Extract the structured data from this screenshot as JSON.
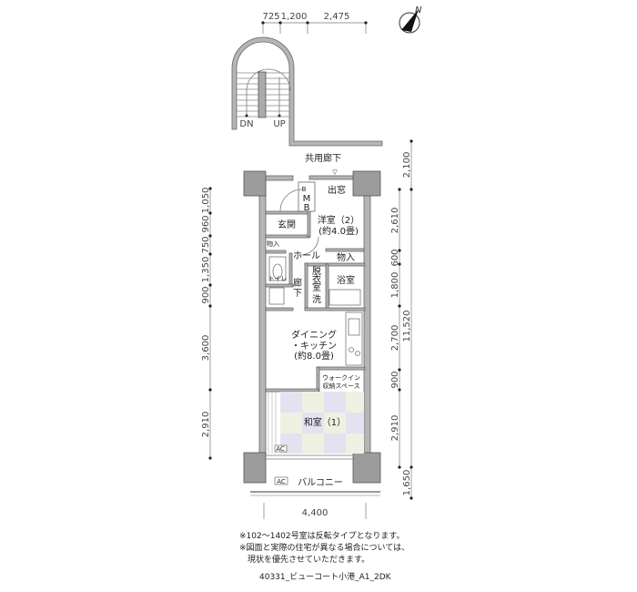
{
  "compass": {
    "label": "N"
  },
  "top_dims": [
    "725",
    "1,200",
    "2,475"
  ],
  "stairs": {
    "down": "DN",
    "up": "UP"
  },
  "corridor": "共用廊下",
  "left_dims": [
    "1,050",
    "960",
    "750",
    "1,350",
    "900",
    "3,600",
    "2,910"
  ],
  "right_inner_dims": [
    "2,610",
    "600",
    "1,800",
    "2,700",
    "900",
    "2,910"
  ],
  "right_outer_dims": {
    "top": "2,100",
    "total": "11,520",
    "bottom": "1,650"
  },
  "bottom_dim": "4,400",
  "rooms": {
    "bay_window": "出窓",
    "mb_top": "M",
    "mb_bottom": "B",
    "mb_small": "B",
    "entrance": "玄関",
    "western_room": "洋室（2）",
    "western_room_size": "(約4.0畳)",
    "storage_small": "物入",
    "hall": "ホール",
    "storage": "物入",
    "toilet": "トイレ",
    "hallway": [
      "廊",
      "下"
    ],
    "dressing": [
      "脱",
      "衣",
      "室"
    ],
    "wash": "洗",
    "bath": "浴室",
    "dining_1": "ダイニング",
    "dining_2": "・キッチン",
    "dining_size": "(約8.0畳)",
    "walkin_1": "ウォークイン",
    "walkin_2": "収納スペース",
    "japanese_room": "和室（1）",
    "ac_room": "AC",
    "ac_balcony": "AC",
    "balcony": "バルコニー"
  },
  "notes": [
    "※102～1402号室は反転タイプとなります。",
    "※図面と実際の住宅が異なる場合については、",
    "　現状を優先させていただきます。"
  ],
  "caption": "40331_ビューコート小港_A1_2DK"
}
